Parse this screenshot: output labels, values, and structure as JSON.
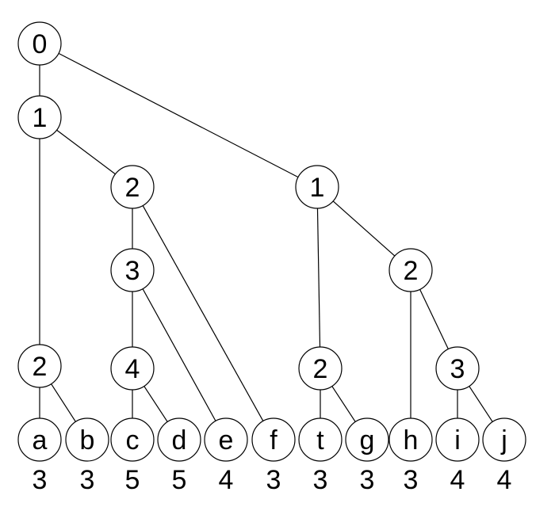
{
  "diagram": {
    "colors": {
      "stroke": "#000000",
      "background": "#ffffff"
    },
    "nodes": [
      {
        "id": "n0",
        "label": "0"
      },
      {
        "id": "n1",
        "label": "1"
      },
      {
        "id": "n1b",
        "label": "1"
      },
      {
        "id": "n2a",
        "label": "2"
      },
      {
        "id": "n2b",
        "label": "2"
      },
      {
        "id": "n3a",
        "label": "3"
      },
      {
        "id": "n4a",
        "label": "4"
      },
      {
        "id": "n2c",
        "label": "2"
      },
      {
        "id": "n2d",
        "label": "2"
      },
      {
        "id": "n3b",
        "label": "3"
      },
      {
        "id": "la",
        "label": "a",
        "depth": "3"
      },
      {
        "id": "lb",
        "label": "b",
        "depth": "3"
      },
      {
        "id": "lc",
        "label": "c",
        "depth": "5"
      },
      {
        "id": "ld",
        "label": "d",
        "depth": "5"
      },
      {
        "id": "le",
        "label": "e",
        "depth": "4"
      },
      {
        "id": "lf",
        "label": "f",
        "depth": "3"
      },
      {
        "id": "lt",
        "label": "t",
        "depth": "3"
      },
      {
        "id": "lg",
        "label": "g",
        "depth": "3"
      },
      {
        "id": "lh",
        "label": "h",
        "depth": "3"
      },
      {
        "id": "li",
        "label": "i",
        "depth": "4"
      },
      {
        "id": "lj",
        "label": "j",
        "depth": "4"
      }
    ],
    "edges": [
      [
        "n0",
        "n1"
      ],
      [
        "n0",
        "n1b"
      ],
      [
        "n1",
        "n2a"
      ],
      [
        "n1",
        "n2b"
      ],
      [
        "n2a",
        "la"
      ],
      [
        "n2a",
        "lb"
      ],
      [
        "n2b",
        "n3a"
      ],
      [
        "n2b",
        "lf"
      ],
      [
        "n3a",
        "n4a"
      ],
      [
        "n3a",
        "le"
      ],
      [
        "n4a",
        "lc"
      ],
      [
        "n4a",
        "ld"
      ],
      [
        "n1b",
        "n2c"
      ],
      [
        "n1b",
        "n2d"
      ],
      [
        "n2c",
        "lt"
      ],
      [
        "n2c",
        "lg"
      ],
      [
        "n2d",
        "lh"
      ],
      [
        "n2d",
        "n3b"
      ],
      [
        "n3b",
        "li"
      ],
      [
        "n3b",
        "lj"
      ]
    ]
  }
}
